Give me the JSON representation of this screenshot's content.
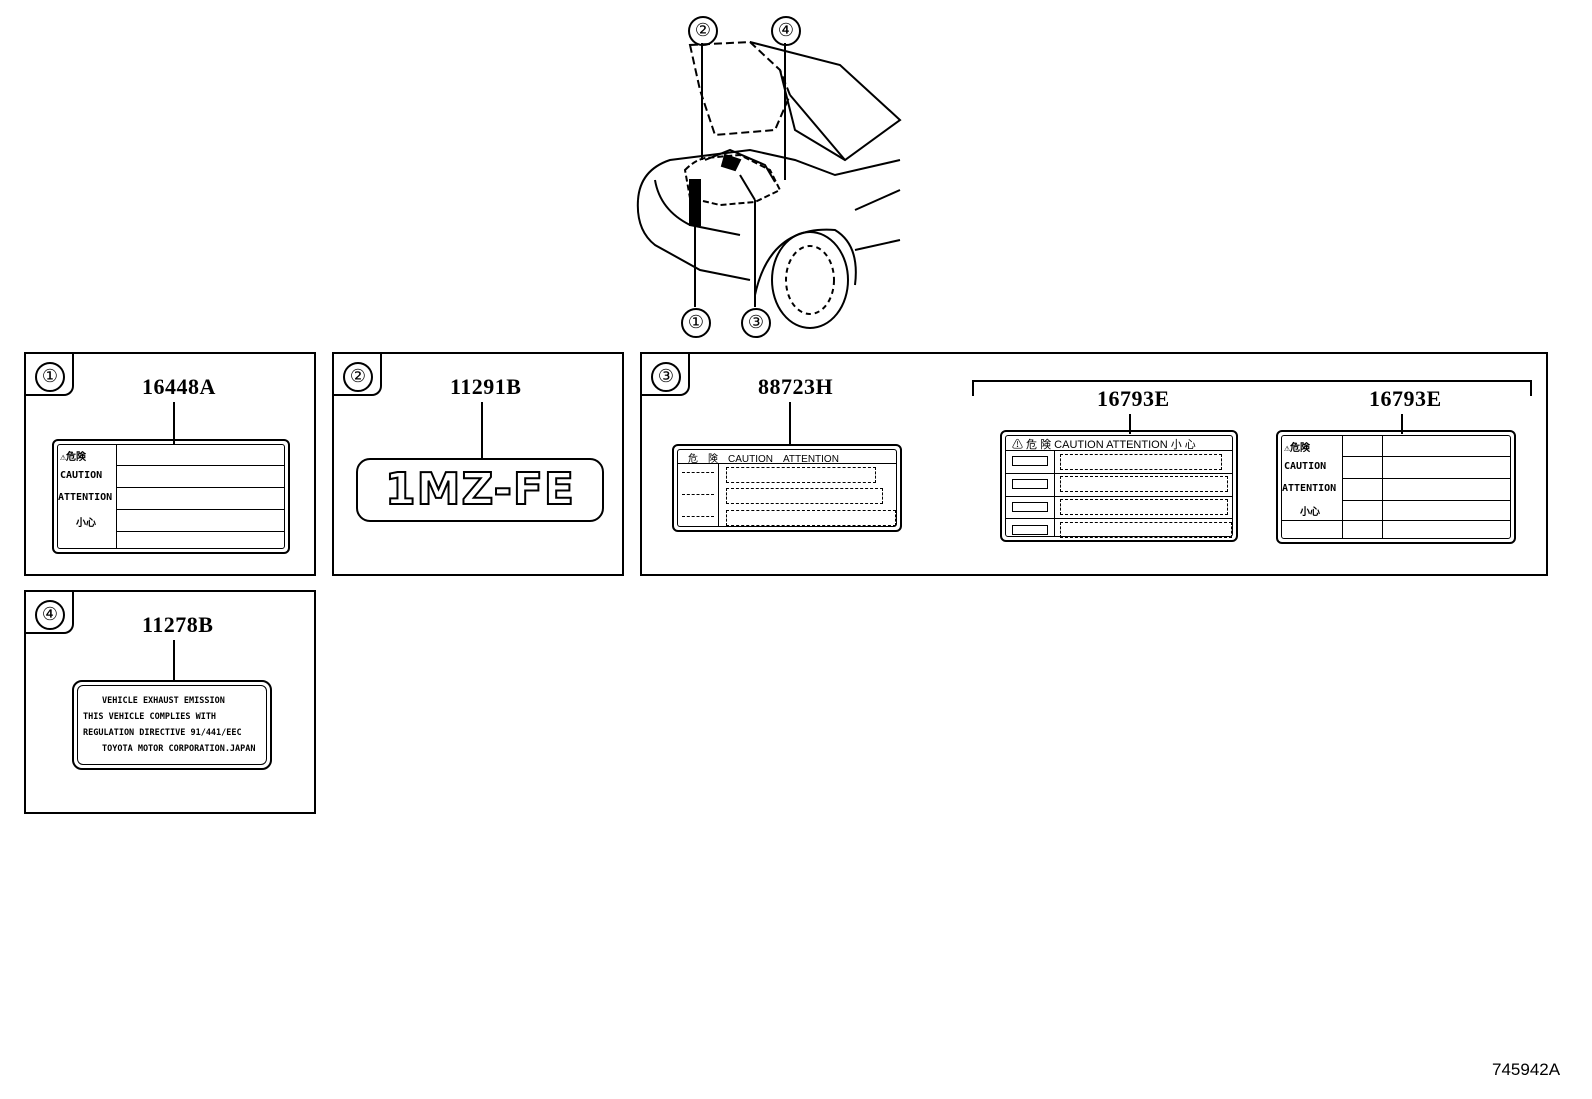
{
  "callouts": {
    "c1": "①",
    "c2": "②",
    "c3": "③",
    "c4": "④"
  },
  "panels": {
    "p1": {
      "callout": "①",
      "part_no": "16448A",
      "rows": [
        "⚠危険",
        "CAUTION",
        "ATTENTION",
        "小心"
      ]
    },
    "p2": {
      "callout": "②",
      "part_no": "11291B",
      "emblem": "1MZ-FE"
    },
    "p3": {
      "callout": "③",
      "part_no_a": "88723H",
      "part_no_b": "16793E",
      "part_no_c": "16793E",
      "a_header": "危　険　CAUTION　ATTENTION",
      "b_header": "⚠ 危 険  CAUTION  ATTENTION  小 心",
      "c_rows": [
        "⚠危険",
        "CAUTION",
        "ATTENTION",
        "小心"
      ]
    },
    "p4": {
      "callout": "④",
      "part_no": "11278B",
      "lines": [
        "VEHICLE EXHAUST EMISSION",
        "THIS VEHICLE COMPLIES WITH",
        "REGULATION DIRECTIVE 91/441/EEC",
        "TOYOTA MOTOR CORPORATION.JAPAN"
      ]
    }
  },
  "figure_id": "745942A"
}
